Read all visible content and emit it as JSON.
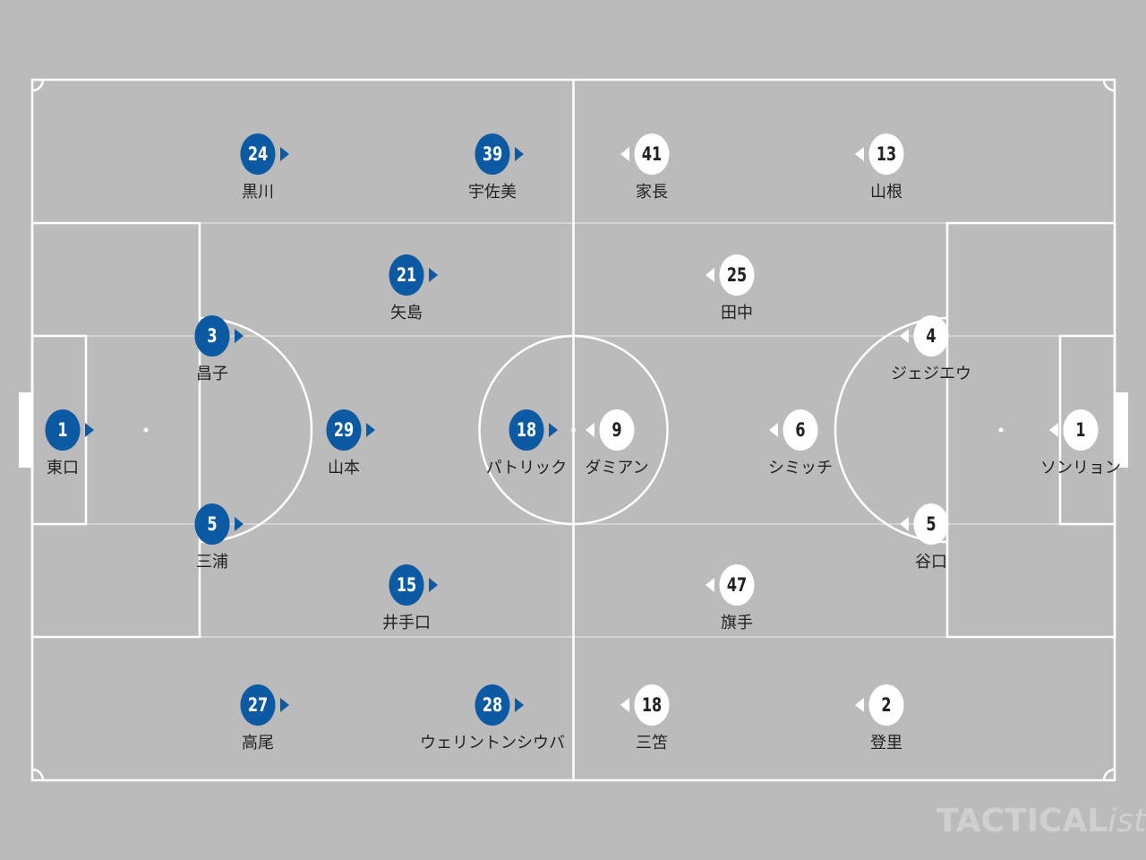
{
  "home_team": {
    "color": "#0b5aa3",
    "players": [
      {
        "number": "1",
        "name": "東口"
      },
      {
        "number": "3",
        "name": "昌子"
      },
      {
        "number": "5",
        "name": "三浦"
      },
      {
        "number": "24",
        "name": "黒川"
      },
      {
        "number": "21",
        "name": "矢島"
      },
      {
        "number": "29",
        "name": "山本"
      },
      {
        "number": "15",
        "name": "井手口"
      },
      {
        "number": "27",
        "name": "高尾"
      },
      {
        "number": "39",
        "name": "宇佐美"
      },
      {
        "number": "18",
        "name": "パトリック"
      },
      {
        "number": "28",
        "name": "ウェリントンシウバ"
      }
    ]
  },
  "away_team": {
    "color": "#ffffff",
    "players": [
      {
        "number": "1",
        "name": "ソンリョン"
      },
      {
        "number": "4",
        "name": "ジェジエウ"
      },
      {
        "number": "5",
        "name": "谷口"
      },
      {
        "number": "13",
        "name": "山根"
      },
      {
        "number": "25",
        "name": "田中"
      },
      {
        "number": "6",
        "name": "シミッチ"
      },
      {
        "number": "47",
        "name": "旗手"
      },
      {
        "number": "2",
        "name": "登里"
      },
      {
        "number": "41",
        "name": "家長"
      },
      {
        "number": "9",
        "name": "ダミアン"
      },
      {
        "number": "18",
        "name": "三笘"
      }
    ]
  },
  "watermark": {
    "main": "TACTICAL",
    "suffix": "ista"
  },
  "pitch_color": "#bbbbbb",
  "line_color": "#ffffff"
}
